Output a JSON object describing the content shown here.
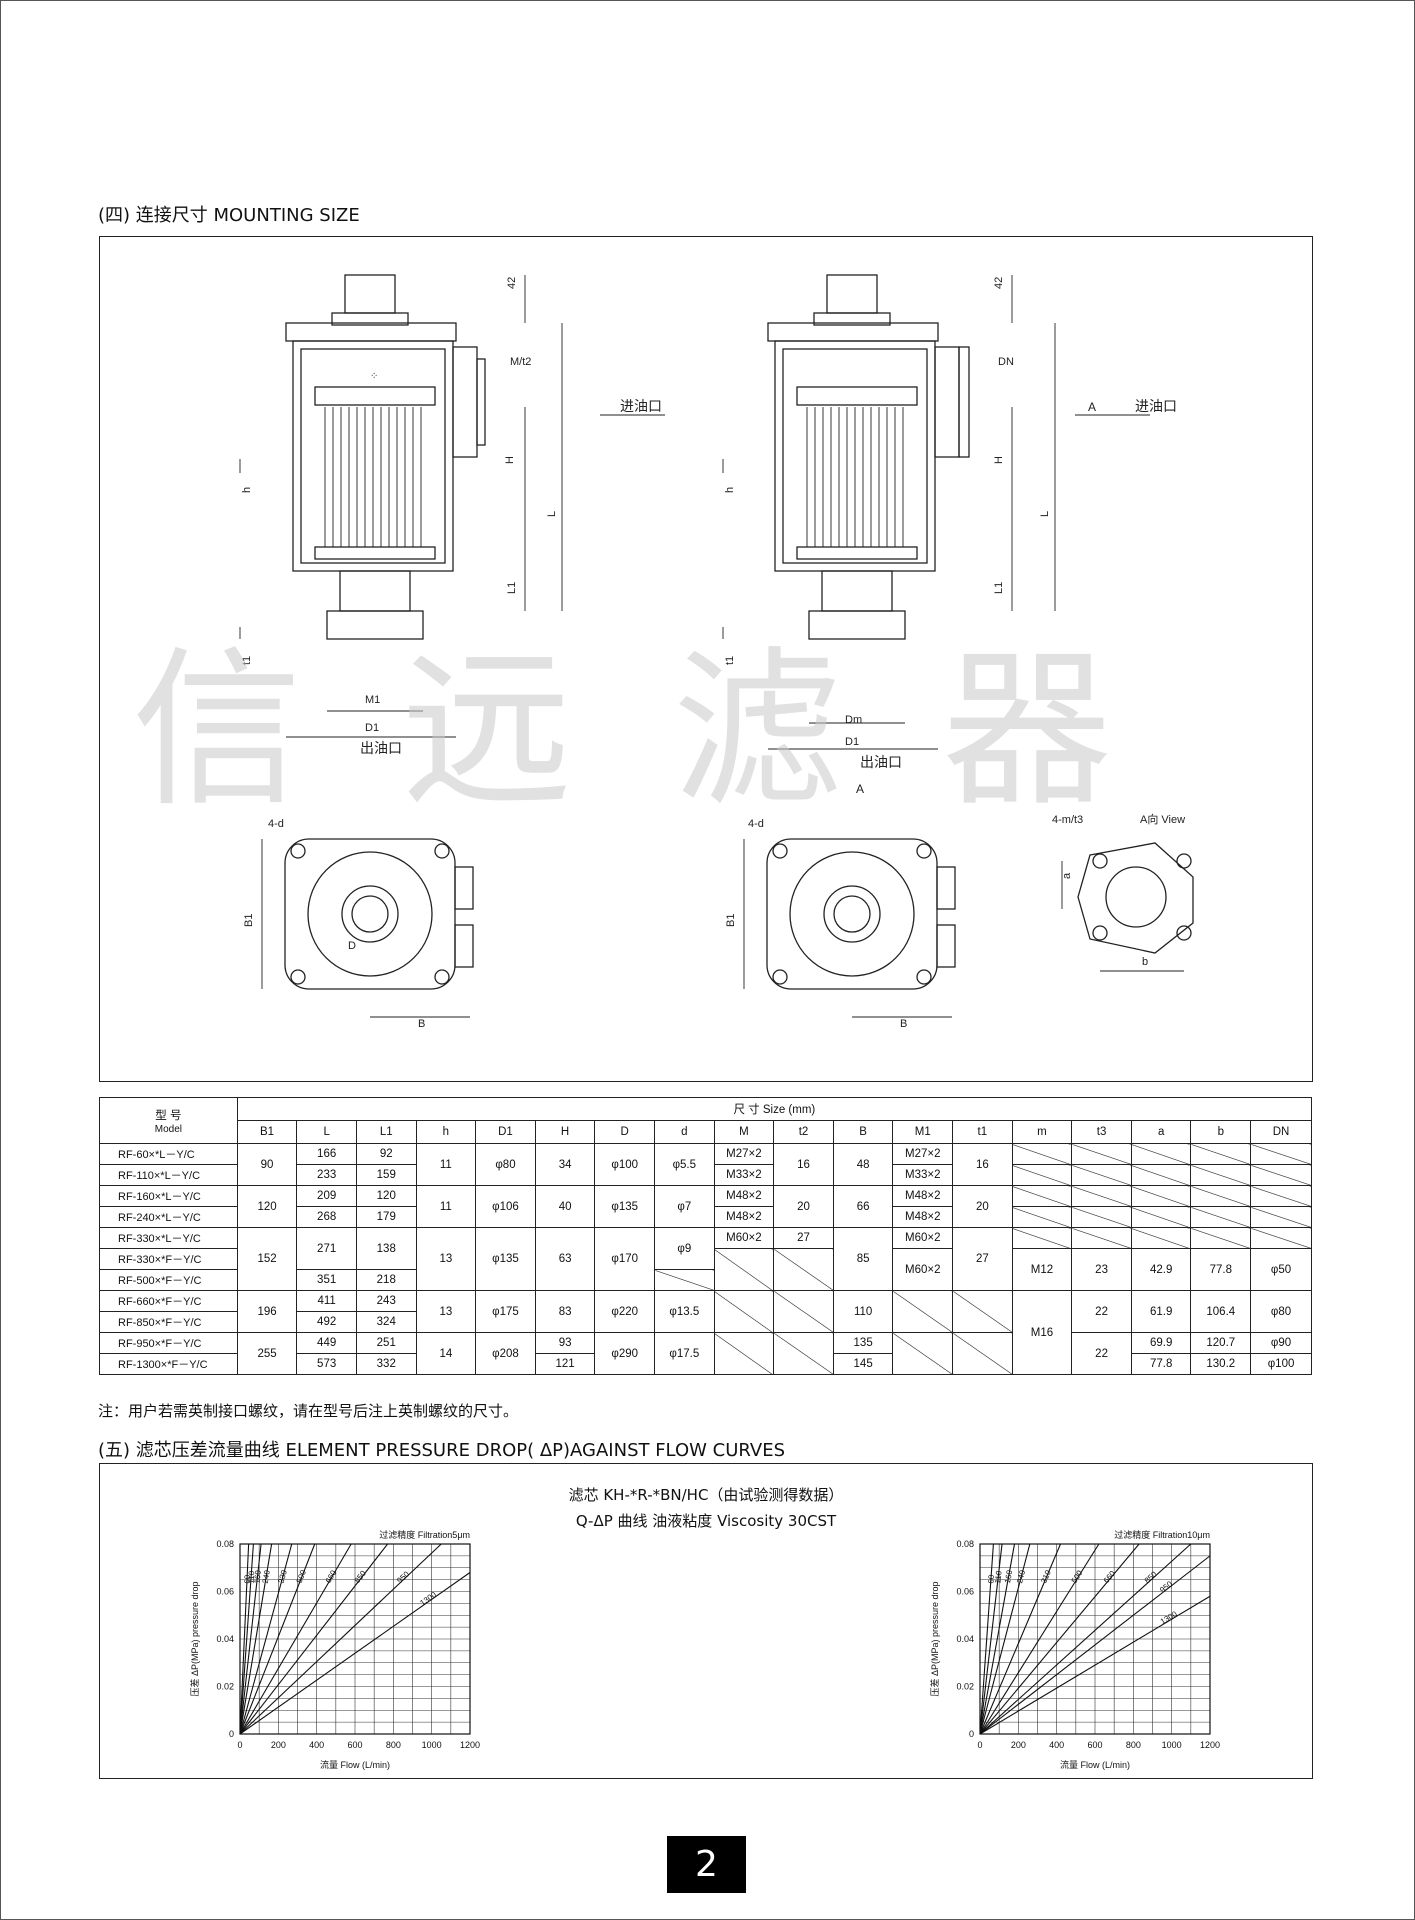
{
  "section4": {
    "title": "(四) 连接尺寸  MOUNTING SIZE"
  },
  "watermark": "信远滤器",
  "drawing_labels": {
    "inlet": "进油口",
    "outlet": "出油口",
    "dim_42": "42",
    "m_t2": "M/t2",
    "dn": "DN",
    "h_cap": "H",
    "h_small": "h",
    "l": "L",
    "l1": "L1",
    "t1": "t1",
    "m1": "M1",
    "d1": "D1",
    "dm": "Dm",
    "a_letter": "A",
    "four_d": "4-d",
    "b1": "B1",
    "b": "B",
    "d": "D",
    "four_m_t3": "4-m/t3",
    "a_view": "A向 View",
    "a_small": "a",
    "b_small": "b"
  },
  "table": {
    "model_header_cn": "型  号",
    "model_header_en": "Model",
    "size_header": "尺    寸  Size (mm)",
    "columns": [
      "B1",
      "L",
      "L1",
      "h",
      "D1",
      "H",
      "D",
      "d",
      "M",
      "t2",
      "B",
      "M1",
      "t1",
      "m",
      "t3",
      "a",
      "b",
      "DN"
    ],
    "rows": [
      {
        "model": "RF-60×*L－Y/C",
        "L": "166",
        "L1": "92",
        "M": "M27×2",
        "M1": "M27×2"
      },
      {
        "model": "RF-110×*L－Y/C",
        "L": "233",
        "L1": "159",
        "M": "M33×2",
        "M1": "M33×2"
      },
      {
        "model": "RF-160×*L－Y/C",
        "L": "209",
        "L1": "120",
        "M": "M48×2",
        "M1": "M48×2"
      },
      {
        "model": "RF-240×*L－Y/C",
        "L": "268",
        "L1": "179",
        "M": "M48×2",
        "M1": "M48×2"
      },
      {
        "model": "RF-330×*L－Y/C",
        "M": "M60×2",
        "t2": "27",
        "M1": "M60×2"
      },
      {
        "model": "RF-330×*F－Y/C",
        "L": "271",
        "L1": "138"
      },
      {
        "model": "RF-500×*F－Y/C",
        "L": "351",
        "L1": "218"
      },
      {
        "model": "RF-660×*F－Y/C",
        "L": "411",
        "L1": "243"
      },
      {
        "model": "RF-850×*F－Y/C",
        "L": "492",
        "L1": "324"
      },
      {
        "model": "RF-950×*F－Y/C",
        "L": "449",
        "L1": "251",
        "H": "93",
        "B": "135"
      },
      {
        "model": "RF-1300×*F－Y/C",
        "L": "573",
        "L1": "332",
        "H": "121",
        "B": "145"
      }
    ],
    "groups": {
      "g1": {
        "B1": "90",
        "h": "11",
        "D1": "φ80",
        "H": "34",
        "D": "φ100",
        "d": "φ5.5",
        "t2": "16",
        "B": "48",
        "t1": "16"
      },
      "g2": {
        "B1": "120",
        "h": "11",
        "D1": "φ106",
        "H": "40",
        "D": "φ135",
        "d": "φ7",
        "t2": "20",
        "B": "66",
        "t1": "20"
      },
      "g3": {
        "B1": "152",
        "h": "13",
        "D1": "φ135",
        "H": "63",
        "D": "φ170",
        "d": "φ9",
        "B": "85",
        "M1": "M60×2",
        "t1": "27",
        "m": "M12",
        "t3": "23",
        "a": "42.9",
        "b": "77.8",
        "DN": "φ50"
      },
      "g4": {
        "B1": "196",
        "h": "13",
        "D1": "φ175",
        "H": "83",
        "D": "φ220",
        "d": "φ13.5",
        "B": "110",
        "m": "M16",
        "t3": "22",
        "a": "61.9",
        "b": "106.4",
        "DN": "φ80"
      },
      "g5": {
        "B1": "255",
        "h": "14",
        "D1": "φ208",
        "D": "φ290",
        "d": "φ17.5",
        "t3": "22",
        "a1": "69.9",
        "b1": "120.7",
        "DN1": "φ90",
        "a2": "77.8",
        "b2": "130.2",
        "DN2": "φ100"
      }
    }
  },
  "note": "注：用户若需英制接口螺纹，请在型号后注上英制螺纹的尺寸。",
  "section5": {
    "title": "(五) 滤芯压差流量曲线    ELEMENT PRESSURE DROP( ΔP)AGAINST FLOW CURVES"
  },
  "curves_header": {
    "line1": "滤芯 KH-*R-*BN/HC（由试验测得数据）",
    "line2": "Q-ΔP 曲线 油液粘度 Viscosity 30CST"
  },
  "chart_data": [
    {
      "type": "line",
      "title": "过滤精度 Filtration5μm",
      "xlabel": "流量 Flow (L/min)",
      "ylabel": "压差 ΔP(MPa) pressure drop",
      "xlim": [
        0,
        1200
      ],
      "ylim": [
        0,
        0.08
      ],
      "xticks": [
        0,
        200,
        400,
        600,
        800,
        1000,
        1200
      ],
      "yticks": [
        0,
        0.02,
        0.04,
        0.06,
        0.08
      ],
      "grid": true,
      "series": [
        {
          "name": "60",
          "x": [
            0,
            45
          ],
          "y": [
            0,
            0.08
          ]
        },
        {
          "name": "110",
          "x": [
            0,
            70
          ],
          "y": [
            0,
            0.08
          ]
        },
        {
          "name": "160",
          "x": [
            0,
            110
          ],
          "y": [
            0,
            0.08
          ]
        },
        {
          "name": "240",
          "x": [
            0,
            165
          ],
          "y": [
            0,
            0.08
          ]
        },
        {
          "name": "330",
          "x": [
            0,
            270
          ],
          "y": [
            0,
            0.08
          ]
        },
        {
          "name": "500",
          "x": [
            0,
            390
          ],
          "y": [
            0,
            0.08
          ]
        },
        {
          "name": "660",
          "x": [
            0,
            580
          ],
          "y": [
            0,
            0.08
          ]
        },
        {
          "name": "850",
          "x": [
            0,
            770
          ],
          "y": [
            0,
            0.08
          ]
        },
        {
          "name": "950",
          "x": [
            0,
            1050
          ],
          "y": [
            0,
            0.08
          ]
        },
        {
          "name": "1300",
          "x": [
            0,
            1200
          ],
          "y": [
            0,
            0.068
          ]
        }
      ]
    },
    {
      "type": "line",
      "title": "过滤精度 Filtration10μm",
      "xlabel": "流量 Flow (L/min)",
      "ylabel": "压差 ΔP(MPa) pressure drop",
      "xlim": [
        0,
        1200
      ],
      "ylim": [
        0,
        0.08
      ],
      "xticks": [
        0,
        200,
        400,
        600,
        800,
        1000,
        1200
      ],
      "yticks": [
        0,
        0.02,
        0.04,
        0.06,
        0.08
      ],
      "grid": true,
      "series": [
        {
          "name": "60",
          "x": [
            0,
            70
          ],
          "y": [
            0,
            0.08
          ]
        },
        {
          "name": "110",
          "x": [
            0,
            115
          ],
          "y": [
            0,
            0.08
          ]
        },
        {
          "name": "160",
          "x": [
            0,
            180
          ],
          "y": [
            0,
            0.08
          ]
        },
        {
          "name": "240",
          "x": [
            0,
            260
          ],
          "y": [
            0,
            0.08
          ]
        },
        {
          "name": "310",
          "x": [
            0,
            420
          ],
          "y": [
            0,
            0.08
          ]
        },
        {
          "name": "500",
          "x": [
            0,
            620
          ],
          "y": [
            0,
            0.08
          ]
        },
        {
          "name": "660",
          "x": [
            0,
            830
          ],
          "y": [
            0,
            0.08
          ]
        },
        {
          "name": "850",
          "x": [
            0,
            1100
          ],
          "y": [
            0,
            0.08
          ]
        },
        {
          "name": "950",
          "x": [
            0,
            1200
          ],
          "y": [
            0,
            0.075
          ]
        },
        {
          "name": "1300",
          "x": [
            0,
            1200
          ],
          "y": [
            0,
            0.058
          ]
        }
      ]
    }
  ],
  "page_number": "2"
}
